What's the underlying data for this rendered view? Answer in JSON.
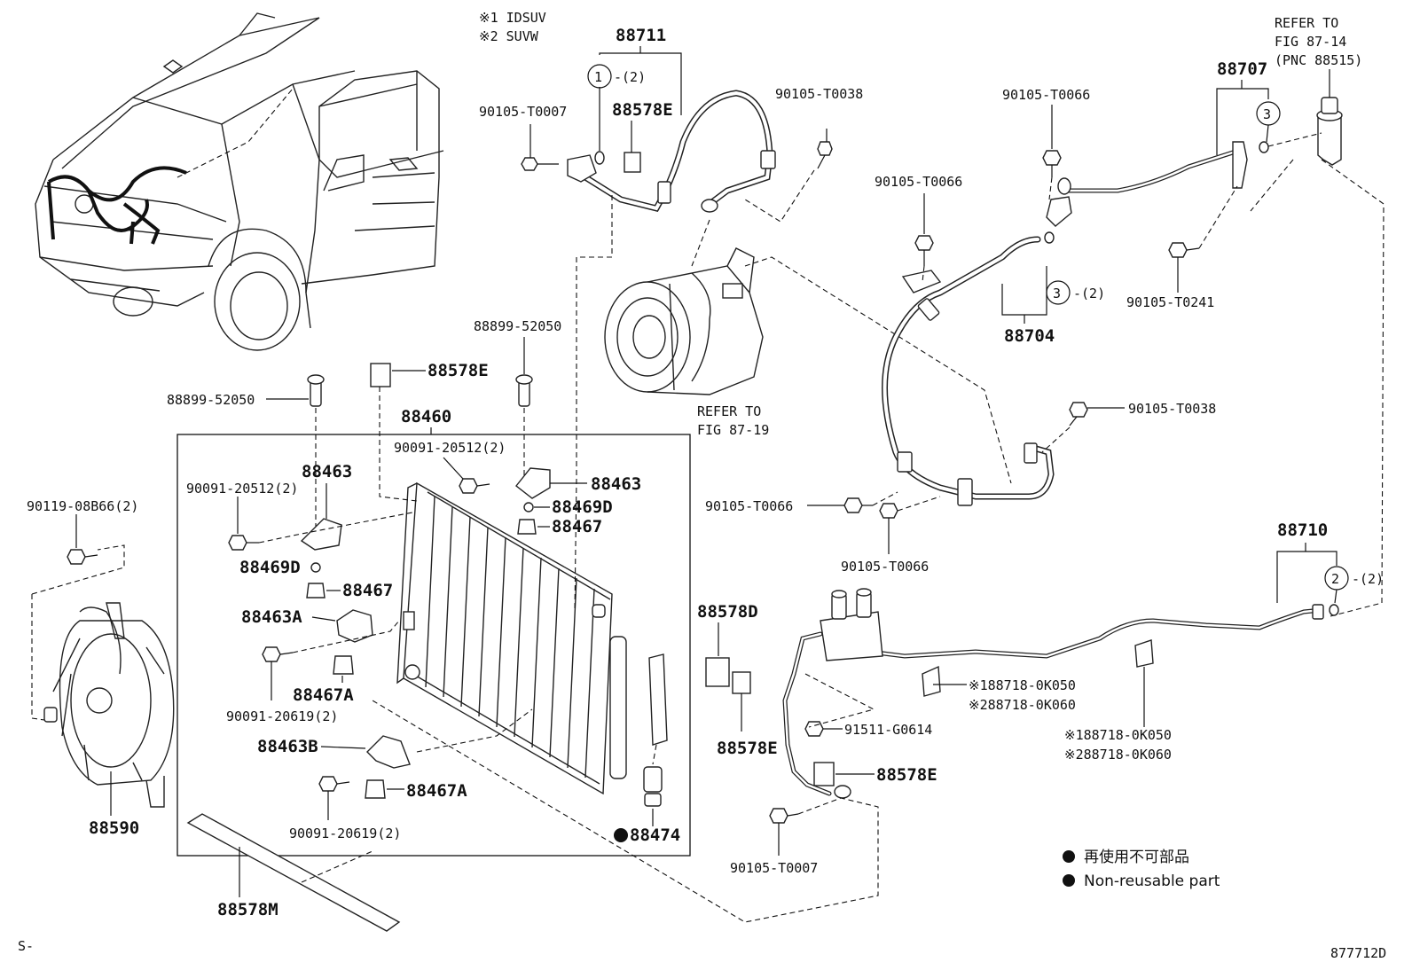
{
  "variants": {
    "v1": "※1 IDSUV",
    "v2": "※2 SUVW"
  },
  "parts": {
    "p88711": "88711",
    "p88578E_a": "88578E",
    "p90105_T0007_a": "90105-T0007",
    "p90105_T0038_a": "90105-T0038",
    "p90105_T0066_a": "90105-T0066",
    "p90105_T0066_b": "90105-T0066",
    "p88707": "88707",
    "p90105_T0241": "90105-T0241",
    "p88704": "88704",
    "p90105_T0038_b": "90105-T0038",
    "p88899_52050_a": "88899-52050",
    "p88578E_b": "88578E",
    "p88899_52050_b": "88899-52050",
    "p88460": "88460",
    "p90091_20512_a": "90091-20512(2)",
    "p88463_a": "88463",
    "p90091_20512_b": "90091-20512(2)",
    "p88463_b": "88463",
    "p88469D_a": "88469D",
    "p88467_a": "88467",
    "p88469D_b": "88469D",
    "p88467_b": "88467",
    "p88463A": "88463A",
    "p88467A_a": "88467A",
    "p90091_20619_a": "90091-20619(2)",
    "p88463B": "88463B",
    "p88467A_b": "88467A",
    "p90091_20619_b": "90091-20619(2)",
    "p88474": "88474",
    "p90119_08B66": "90119-08B66(2)",
    "p88590": "88590",
    "p88578M": "88578M",
    "p88578D": "88578D",
    "p88578E_c": "88578E",
    "p90105_T0066_c": "90105-T0066",
    "p90105_T0066_d": "90105-T0066",
    "p88710": "88710",
    "p88718_k050_a": "※188718-0K050",
    "p88718_k060_a": "※288718-0K060",
    "p88718_k050_b": "※188718-0K050",
    "p88718_k060_b": "※288718-0K060",
    "p91511_G0614": "91511-G0614",
    "p88578E_d": "88578E",
    "p90105_T0007_b": "90105-T0007"
  },
  "refs": {
    "compressor_1": "REFER TO",
    "compressor_2": "FIG 87-19",
    "valve_1": "REFER TO",
    "valve_2": "FIG 87-14",
    "valve_3": "(PNC 88515)"
  },
  "callouts": {
    "c1": "1",
    "c1_qty": "-(2)",
    "c3a": "3",
    "c3b": "3",
    "c3b_qty": "-(2)",
    "c2": "2",
    "c2_qty": "-(2)"
  },
  "legend": {
    "jp": "再使用不可部品",
    "en": "Non-reusable part"
  },
  "footer": {
    "left": "S-",
    "right": "877712D"
  }
}
